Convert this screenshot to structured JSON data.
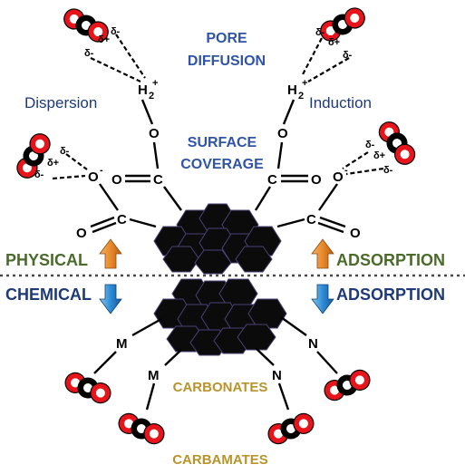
{
  "labels": {
    "pore_diffusion_line1": "PORE",
    "pore_diffusion_line2": "DIFFUSION",
    "surface_coverage_line1": "SURFACE",
    "surface_coverage_line2": "COVERAGE",
    "dispersion": "Dispersion",
    "induction": "Induction",
    "physical": "PHYSICAL",
    "adsorption_top": "ADSORPTION",
    "chemical": "CHEMICAL",
    "adsorption_bottom": "ADSORPTION",
    "carbonates": "CARBONATES",
    "carbamates": "CARBAMATES"
  },
  "atoms": {
    "h2_left": "H",
    "h2_right": "H",
    "h_subscript": "2",
    "h_charge": "+",
    "oxygen": "O",
    "o_minus": "O",
    "minus": "-",
    "carbon": "C",
    "metal": "M",
    "nitrogen": "N",
    "delta_minus": "δ-",
    "delta_plus": "δ+"
  },
  "colors": {
    "title_blue": "#2f54a8",
    "physical_green": "#4a6b2a",
    "chemical_navy": "#1e3a78",
    "product_gold": "#b8942a",
    "oxygen_red": "#e8141c",
    "arrow_orange": "#e8892a",
    "arrow_blue": "#2d8bd6"
  }
}
